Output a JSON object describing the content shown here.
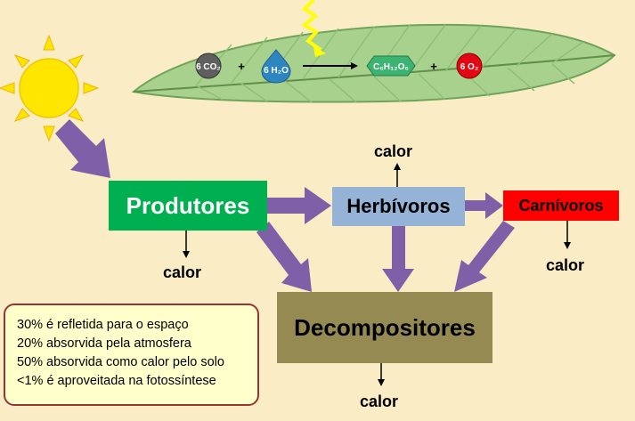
{
  "colors": {
    "background": "#faedc6",
    "produtores": "#00b050",
    "herbivoros": "#95b3d7",
    "carnivoros": "#ff0000",
    "decompositores": "#958a52",
    "flow_arrow": "#7f5fa8",
    "leaf": "#a9d18e",
    "sun": "#ffe600",
    "info_box": "#ffffcc",
    "info_border": "#943634"
  },
  "icons": [
    "sun-icon",
    "leaf-icon",
    "lightning-icon"
  ],
  "equation": {
    "co2": "6 CO₂",
    "h2o": "6 H₂O",
    "glucose": "C₆H₁₂O₆",
    "o2": "6 O₂",
    "plus1": "+",
    "plus2": "+"
  },
  "nodes": {
    "produtores": "Produtores",
    "herbivoros": "Herbívoros",
    "carnivoros": "Carnívoros",
    "decompositores": "Decompositores"
  },
  "heat": {
    "herbivoros": "calor",
    "produtores": "calor",
    "carnivoros": "calor",
    "decompositores": "calor"
  },
  "info": [
    "30% é refletida para o espaço",
    "20% absorvida pela atmosfera",
    "50% absorvida como calor pelo solo",
    "<1% é aproveitada na fotossíntese"
  ]
}
